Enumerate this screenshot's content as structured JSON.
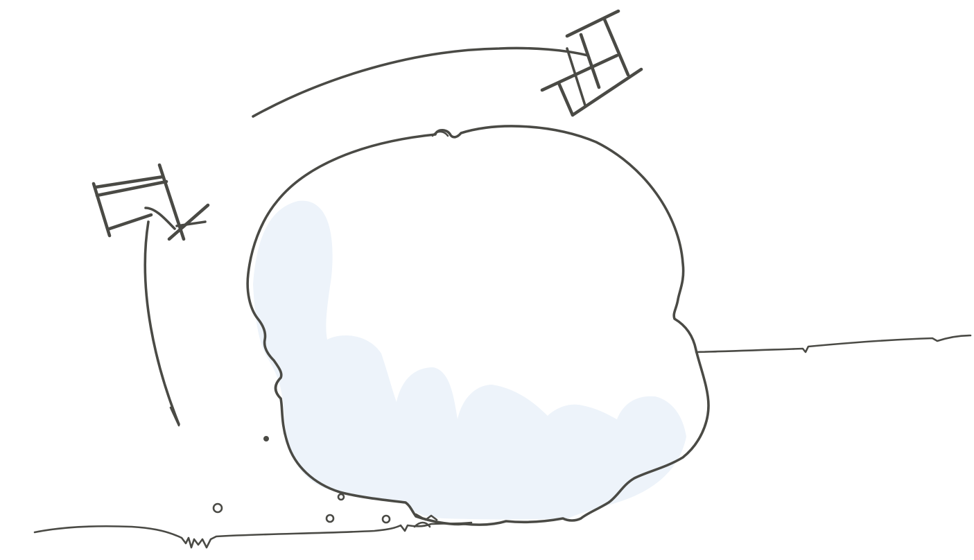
{
  "sketch": {
    "ink_color": "#4a4a45",
    "snow_shadow_color": "#edf3fa",
    "background_color": "#ffffff"
  },
  "elements": {
    "snowball": "snowball",
    "ground_left": "ground-line",
    "ground_right": "ground-line",
    "arrow_left": "curved-arrow",
    "arrow_top": "curved-arrow",
    "stool_left": "small-stool",
    "stool_right": "small-stool"
  }
}
